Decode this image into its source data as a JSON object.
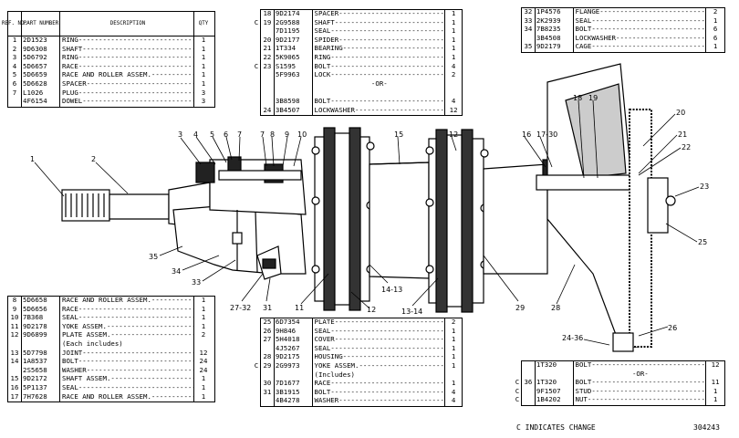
{
  "table_a": {
    "headers": {
      "ref_no": "REF. NO.",
      "part_number": "PART NUMBER",
      "description": "DESCRIPTION",
      "qty": "QTY"
    },
    "rows": [
      {
        "mark": "",
        "no": "1",
        "pn": "2D1523",
        "desc": "RING",
        "qty": "1"
      },
      {
        "mark": "",
        "no": "2",
        "pn": "9D6308",
        "desc": "SHAFT",
        "qty": "1"
      },
      {
        "mark": "",
        "no": "3",
        "pn": "5D6792",
        "desc": "RING",
        "qty": "1"
      },
      {
        "mark": "",
        "no": "4",
        "pn": "5D6657",
        "desc": "RACE",
        "qty": "1"
      },
      {
        "mark": "",
        "no": "5",
        "pn": "5D6659",
        "desc": "RACE AND ROLLER ASSEM.",
        "qty": "1"
      },
      {
        "mark": "",
        "no": "6",
        "pn": "5D6628",
        "desc": "SPACER",
        "qty": "1"
      },
      {
        "mark": "",
        "no": "7",
        "pn": "L1026",
        "desc": "PLUG",
        "qty": "3"
      },
      {
        "mark": "",
        "no": "",
        "pn": "4F6154",
        "desc": "DOWEL",
        "qty": "3"
      }
    ]
  },
  "table_b": {
    "rows": [
      {
        "mark": "",
        "no": "18",
        "pn": "9D2174",
        "desc": "SPACER",
        "qty": "1"
      },
      {
        "mark": "C",
        "no": "19",
        "pn": "2G9588",
        "desc": "SHAFT",
        "qty": "1"
      },
      {
        "mark": "",
        "no": "",
        "pn": "7D1195",
        "desc": "SEAL",
        "qty": "1"
      },
      {
        "mark": "",
        "no": "20",
        "pn": "9D2177",
        "desc": "SPIDER",
        "qty": "1"
      },
      {
        "mark": "",
        "no": "21",
        "pn": "1T334",
        "desc": "BEARING",
        "qty": "1"
      },
      {
        "mark": "",
        "no": "22",
        "pn": "5K9065",
        "desc": "RING",
        "qty": "1"
      },
      {
        "mark": "C",
        "no": "23",
        "pn": "S1595",
        "desc": "BOLT",
        "qty": "4"
      },
      {
        "mark": "",
        "no": "",
        "pn": "5F9963",
        "desc": "LOCK",
        "qty": "2"
      },
      {
        "mark": "",
        "no": "",
        "pn": "",
        "desc": "-OR-",
        "qty": ""
      },
      {
        "mark": "",
        "no": "",
        "pn": "",
        "desc": "",
        "qty": ""
      },
      {
        "mark": "",
        "no": "",
        "pn": "3B8598",
        "desc": "BOLT",
        "qty": "4"
      },
      {
        "mark": "",
        "no": "24",
        "pn": "3B4507",
        "desc": "LOCKWASHER",
        "qty": "12"
      }
    ]
  },
  "table_c": {
    "rows": [
      {
        "mark": "",
        "no": "32",
        "pn": "1P4576",
        "desc": "FLANGE",
        "qty": "2"
      },
      {
        "mark": "",
        "no": "33",
        "pn": "2K2939",
        "desc": "SEAL",
        "qty": "1"
      },
      {
        "mark": "",
        "no": "34",
        "pn": "7B8235",
        "desc": "BOLT",
        "qty": "6"
      },
      {
        "mark": "",
        "no": "",
        "pn": "3B4508",
        "desc": "LOCKWASHER",
        "qty": "6"
      },
      {
        "mark": "",
        "no": "35",
        "pn": "9D2179",
        "desc": "CAGE",
        "qty": "1"
      }
    ]
  },
  "table_d": {
    "rows": [
      {
        "mark": "",
        "no": "8",
        "pn": "5D6658",
        "desc": "RACE AND ROLLER ASSEM.",
        "qty": "1"
      },
      {
        "mark": "",
        "no": "9",
        "pn": "5D6656",
        "desc": "RACE",
        "qty": "1"
      },
      {
        "mark": "",
        "no": "10",
        "pn": "7B368",
        "desc": "SEAL",
        "qty": "1"
      },
      {
        "mark": "",
        "no": "11",
        "pn": "9D2178",
        "desc": "YOKE ASSEM.",
        "qty": "1"
      },
      {
        "mark": "",
        "no": "12",
        "pn": "9D6899",
        "desc": "PLATE ASSEM.",
        "qty": "2"
      },
      {
        "mark": "",
        "no": "",
        "pn": "",
        "desc": "(Each includes)",
        "qty": ""
      },
      {
        "mark": "",
        "no": "13",
        "pn": "5D7798",
        "desc": "JOINT",
        "qty": "12"
      },
      {
        "mark": "",
        "no": "14",
        "pn": "1A8537",
        "desc": "BOLT",
        "qty": "24"
      },
      {
        "mark": "",
        "no": "",
        "pn": "2S5658",
        "desc": "WASHER",
        "qty": "24"
      },
      {
        "mark": "",
        "no": "15",
        "pn": "9D2172",
        "desc": "SHAFT ASSEM.",
        "qty": "1"
      },
      {
        "mark": "",
        "no": "16",
        "pn": "5P1137",
        "desc": "SEAL",
        "qty": "1"
      },
      {
        "mark": "",
        "no": "17",
        "pn": "7H7628",
        "desc": "RACE AND ROLLER ASSEM.",
        "qty": "1"
      }
    ]
  },
  "table_e": {
    "rows": [
      {
        "mark": "",
        "no": "25",
        "pn": "6D7354",
        "desc": "PLATE",
        "qty": "2"
      },
      {
        "mark": "",
        "no": "26",
        "pn": "9H846",
        "desc": "SEAL",
        "qty": "1"
      },
      {
        "mark": "",
        "no": "27",
        "pn": "5H4018",
        "desc": "COVER",
        "qty": "1"
      },
      {
        "mark": "",
        "no": "",
        "pn": "4J5267",
        "desc": "SEAL",
        "qty": "1"
      },
      {
        "mark": "",
        "no": "28",
        "pn": "9D2175",
        "desc": "HOUSING",
        "qty": "1"
      },
      {
        "mark": "C",
        "no": "29",
        "pn": "2G9973",
        "desc": "YOKE ASSEM.",
        "qty": "1"
      },
      {
        "mark": "",
        "no": "",
        "pn": "",
        "desc": "(Includes)",
        "qty": ""
      },
      {
        "mark": "",
        "no": "30",
        "pn": "7D1677",
        "desc": "RACE",
        "qty": "1"
      },
      {
        "mark": "",
        "no": "31",
        "pn": "3B1915",
        "desc": "BOLT",
        "qty": "4"
      },
      {
        "mark": "",
        "no": "",
        "pn": "4B4278",
        "desc": "WASHER",
        "qty": "4"
      }
    ]
  },
  "table_f": {
    "rows": [
      {
        "mark": "",
        "no": "",
        "pn": "1T320",
        "desc": "BOLT",
        "qty": "12"
      },
      {
        "mark": "",
        "no": "",
        "pn": "",
        "desc": "-OR-",
        "qty": ""
      },
      {
        "mark": "C",
        "no": "36",
        "pn": "1T320",
        "desc": "BOLT",
        "qty": "11"
      },
      {
        "mark": "C",
        "no": "",
        "pn": "9F1507",
        "desc": "STUD",
        "qty": "1"
      },
      {
        "mark": "C",
        "no": "",
        "pn": "1B4202",
        "desc": "NUT",
        "qty": "1"
      }
    ]
  },
  "footer": {
    "change_note": "C INDICATES CHANGE",
    "figure_id": "304243"
  },
  "callouts": {
    "c1": "1",
    "c2": "2",
    "c3": "3",
    "c4": "4",
    "c5": "5",
    "c6": "6",
    "c7": "7",
    "c8": "8",
    "c9": "9",
    "c10": "10",
    "c11": "11",
    "c12": "12",
    "c13": "13-14",
    "c14": "14-13",
    "c15": "15",
    "c16": "16",
    "c17": "17-30",
    "c18": "18",
    "c19": "19",
    "c20": "20",
    "c21": "21",
    "c22": "22",
    "c23": "23",
    "c24": "24-36",
    "c25": "25",
    "c26": "26",
    "c27": "27-32",
    "c28": "28",
    "c29": "29",
    "c31": "31",
    "c33": "33",
    "c34": "34",
    "c35": "35",
    "c12b": "12"
  }
}
